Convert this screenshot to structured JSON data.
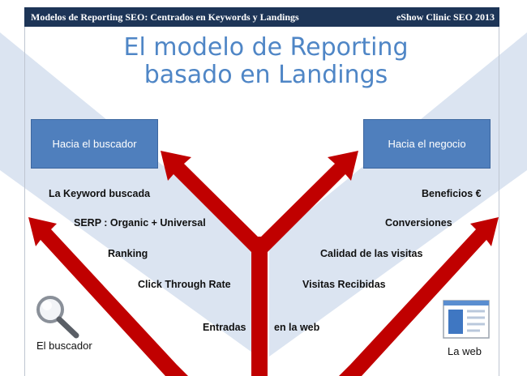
{
  "header": {
    "left": "Modelos de Reporting  SEO: Centrados  en Keywords y Landings",
    "right": "eShow Clinic SEO 2013"
  },
  "title": {
    "line1": "El modelo de Reporting",
    "line2": "basado en Landings"
  },
  "boxes": {
    "left": "Hacia el buscador",
    "right": "Hacia el negocio"
  },
  "left_metrics": [
    "La Keyword buscada",
    "SERP : Organic + Universal",
    "Ranking",
    "Click Through Rate"
  ],
  "right_metrics": [
    "Beneficios €",
    "Conversiones",
    "Calidad de las visitas",
    "Visitas Recibidas"
  ],
  "bottom": {
    "left": "Entradas",
    "right": "en la web"
  },
  "captions": {
    "search": "El buscador",
    "web": "La web"
  },
  "colors": {
    "arrow": "#c00000",
    "header": "#1d3557",
    "box": "#4f7fbd",
    "title": "#4f86c6",
    "band": "#dbe4f1"
  }
}
